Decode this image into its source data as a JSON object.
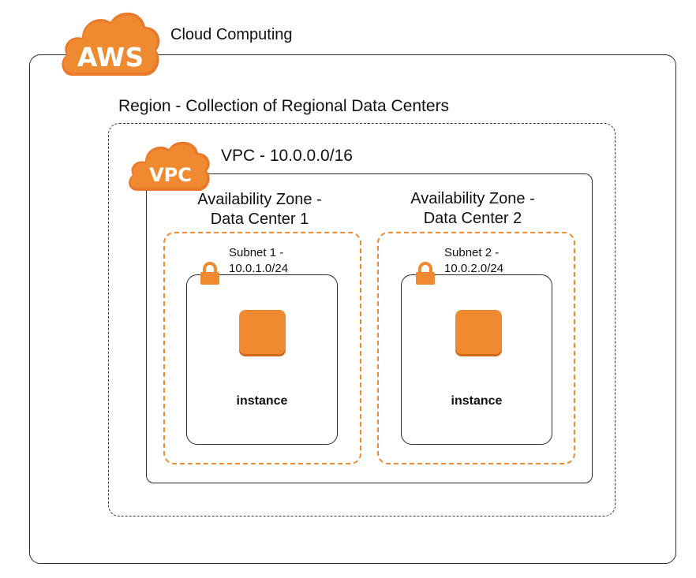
{
  "cloud": {
    "badge": "AWS",
    "label": "Cloud Computing"
  },
  "region": {
    "label": "Region - Collection of Regional Data Centers"
  },
  "vpc": {
    "badge": "VPC",
    "label": "VPC - 10.0.0.0/16"
  },
  "zones": [
    {
      "label_line1": "Availability Zone -",
      "label_line2": "Data Center 1",
      "subnet_line1": "Subnet 1 -",
      "subnet_line2": "10.0.1.0/24",
      "instance": "instance"
    },
    {
      "label_line1": "Availability Zone -",
      "label_line2": "Data Center 2",
      "subnet_line1": "Subnet 2 -",
      "subnet_line2": "10.0.2.0/24",
      "instance": "instance"
    }
  ],
  "colors": {
    "accent": "#f08a31",
    "accent_dark": "#d2691e",
    "stroke": "#2b2b2b"
  },
  "icons": {
    "aws": "aws-cloud-icon",
    "vpc": "vpc-cloud-icon",
    "lock": "lock-icon",
    "instance": "instance-icon"
  }
}
